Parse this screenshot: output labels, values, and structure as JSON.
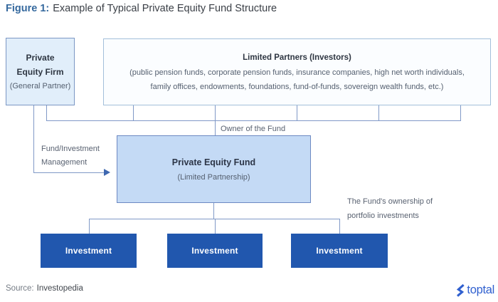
{
  "title": {
    "prefix": "Figure 1:",
    "text": "Example of Typical Private Equity Fund Structure"
  },
  "diagram": {
    "gp_box": {
      "title_line1": "Private",
      "title_line2": "Equity Firm",
      "subtitle": "(General Partner)"
    },
    "lp_box": {
      "title": "Limited Partners (Investors)",
      "subtitle_line1": "(public pension funds, corporate pension funds, insurance companies, high net worth individuals,",
      "subtitle_line2": "family offices, endowments, foundations, fund-of-funds, sovereign wealth funds, etc.)"
    },
    "fund_box": {
      "title": "Private Equity Fund",
      "subtitle": "(Limited Partnership)"
    },
    "investments": [
      "Investment",
      "Investment",
      "Investment"
    ],
    "labels": {
      "owner": "Owner of the Fund",
      "management_line1": "Fund/Investment",
      "management_line2": "Management",
      "ownership_line1": "The Fund's ownership of",
      "ownership_line2": "portfolio investments"
    }
  },
  "footer": {
    "source_label": "Source:",
    "source_value": "Investopedia",
    "brand": "toptal"
  },
  "colors": {
    "background": "#ffffff",
    "figure_label_blue": "#35699e",
    "title_text": "#3a3f46",
    "gp_box_fill": "#e1eefa",
    "lp_box_fill": "#fbfdff",
    "fund_box_fill": "#c4daf5",
    "fund_box_border": "#6d89c2",
    "box_border_medium": "#7b97c4",
    "box_border_light": "#a3bfda",
    "investment_fill": "#2157ae",
    "investment_text": "#ffffff",
    "connector": "#8099c7",
    "arrow": "#3f68b0",
    "label_text": "#596271",
    "source_label_text": "#757c85",
    "source_value_text": "#41464d",
    "brand_blue": "#3060cf"
  }
}
